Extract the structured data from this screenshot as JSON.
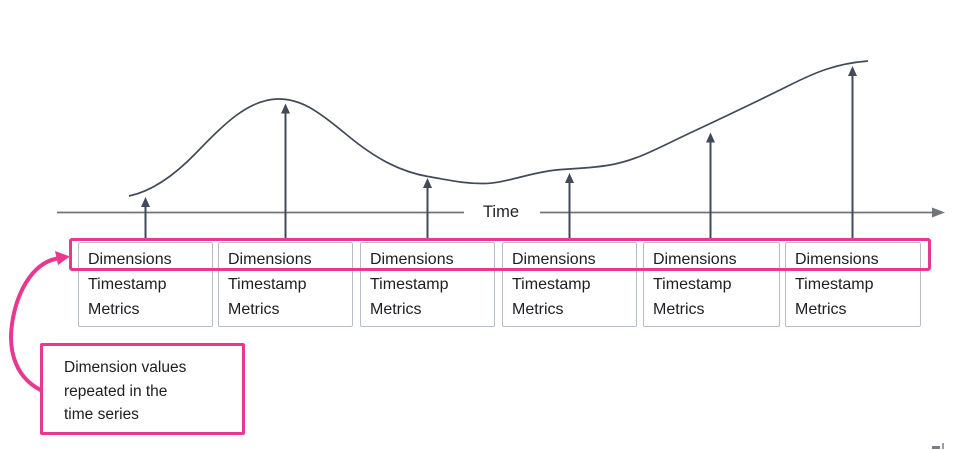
{
  "diagram": {
    "axis_label": "Time",
    "annotation": "Dimension values repeated in the time series"
  },
  "records": [
    {
      "dimensions": "Dimensions",
      "timestamp": "Timestamp",
      "metrics": "Metrics"
    },
    {
      "dimensions": "Dimensions",
      "timestamp": "Timestamp",
      "metrics": "Metrics"
    },
    {
      "dimensions": "Dimensions",
      "timestamp": "Timestamp",
      "metrics": "Metrics"
    },
    {
      "dimensions": "Dimensions",
      "timestamp": "Timestamp",
      "metrics": "Metrics"
    },
    {
      "dimensions": "Dimensions",
      "timestamp": "Timestamp",
      "metrics": "Metrics"
    },
    {
      "dimensions": "Dimensions",
      "timestamp": "Timestamp",
      "metrics": "Metrics"
    }
  ],
  "colors": {
    "accent_pink": "#E9398F",
    "line_dark": "#424959",
    "axis_gray": "#71757E",
    "box_border": "#B7BCC6",
    "text_dark": "#1D1D22"
  }
}
